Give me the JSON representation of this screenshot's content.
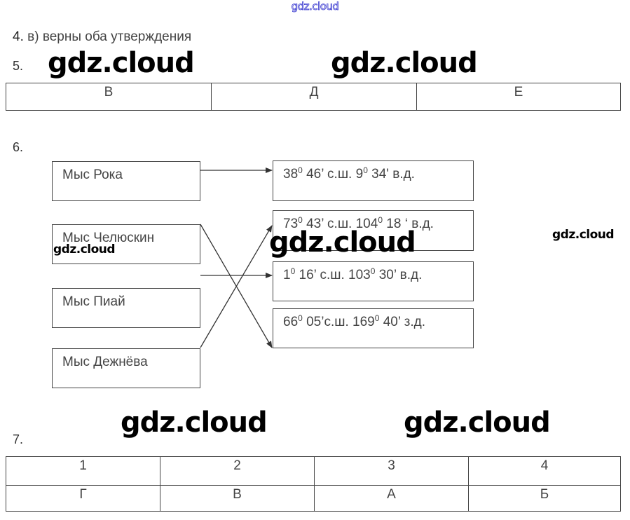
{
  "watermark": {
    "top": "gdz.cloud",
    "big": [
      "gdz.cloud",
      "gdz.cloud",
      "gdz.cloud",
      "gdz.cloud",
      "gdz.cloud"
    ],
    "small": [
      "gdz.cloud",
      "gdz.cloud"
    ],
    "outline_color": "#3a3ad0"
  },
  "q4": {
    "number": "4.",
    "answer": "в) верны оба утверждения"
  },
  "q5": {
    "number": "5.",
    "cells": [
      "В",
      "Д",
      "Е"
    ]
  },
  "q6": {
    "number": "6.",
    "capes": [
      "Мыс Рока",
      "Мыс Челюскин",
      "Мыс Пиай",
      "Мыс Дежнёва"
    ],
    "coordinates": [
      {
        "a": "38",
        "a_sup": "0",
        "b": " 46’ с.ш. 9",
        "b_sup": "0",
        "c": " 34' в.д."
      },
      {
        "a": "73",
        "a_sup": "0",
        "b": " 43’ с.ш. 104",
        "b_sup": "0",
        "c": " 18 ‘ в.д."
      },
      {
        "a": "1",
        "a_sup": "0",
        "b": " 16’ с.ш. 103",
        "b_sup": "0",
        "c": " 30’ в.д."
      },
      {
        "a": "66",
        "a_sup": "0",
        "b": " 05’с.ш. 169",
        "b_sup": "0",
        "c": " 40’ з.д."
      }
    ],
    "matches": [
      [
        0,
        0
      ],
      [
        1,
        3
      ],
      [
        2,
        2
      ],
      [
        3,
        1
      ]
    ]
  },
  "q7": {
    "number": "7.",
    "header": [
      "1",
      "2",
      "3",
      "4"
    ],
    "answers": [
      "Г",
      "В",
      "А",
      "Б"
    ]
  }
}
